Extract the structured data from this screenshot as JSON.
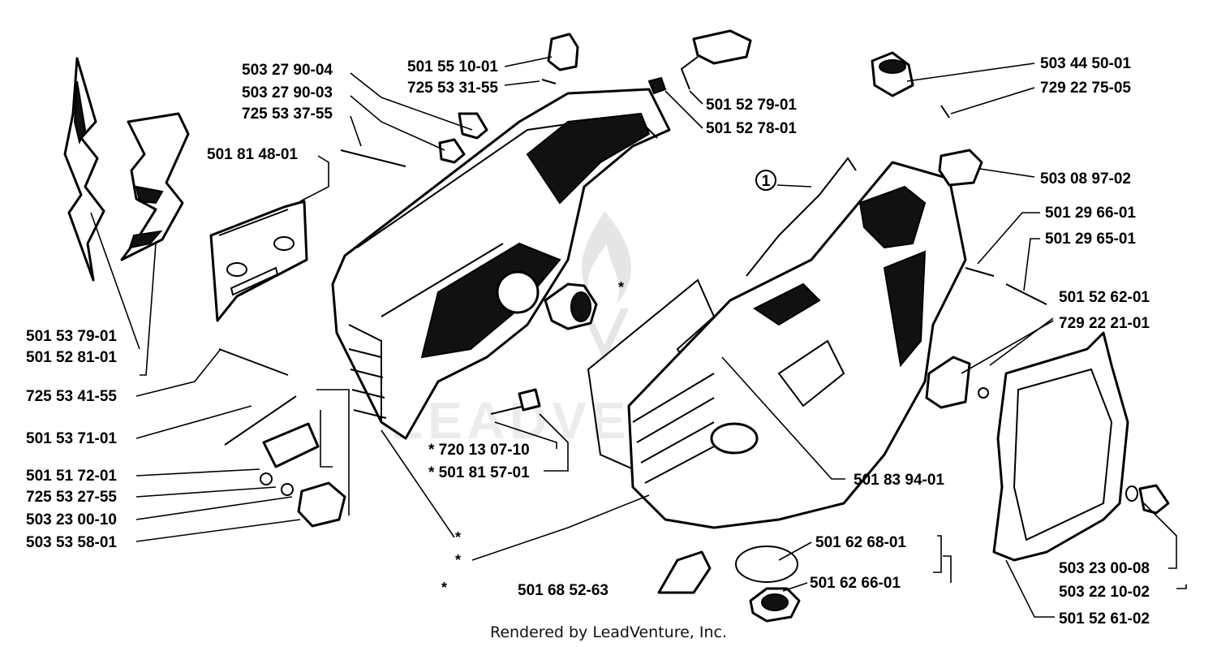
{
  "labels": [
    {
      "id": "l1",
      "text": "503 27 90-04"
    },
    {
      "id": "l2",
      "text": "503 27 90-03"
    },
    {
      "id": "l3",
      "text": "725 53 37-55"
    },
    {
      "id": "l4",
      "text": "501 81 48-01"
    },
    {
      "id": "l5",
      "text": "501 55 10-01"
    },
    {
      "id": "l6",
      "text": "725 53 31-55"
    },
    {
      "id": "l7",
      "text": "501 52 79-01"
    },
    {
      "id": "l8",
      "text": "501 52 78-01"
    },
    {
      "id": "l9",
      "text": "503 44 50-01"
    },
    {
      "id": "l10",
      "text": "729 22 75-05"
    },
    {
      "id": "l11",
      "text": "503 08 97-02"
    },
    {
      "id": "l12",
      "text": "501 29 66-01"
    },
    {
      "id": "l13",
      "text": "501 29 65-01"
    },
    {
      "id": "l14",
      "text": "501 52 62-01"
    },
    {
      "id": "l15",
      "text": "729 22 21-01"
    },
    {
      "id": "l16",
      "text": "501 53 79-01"
    },
    {
      "id": "l17",
      "text": "501 52 81-01"
    },
    {
      "id": "l18",
      "text": "725 53 41-55"
    },
    {
      "id": "l19",
      "text": "501 53 71-01"
    },
    {
      "id": "l20",
      "text": "501 51 72-01"
    },
    {
      "id": "l21",
      "text": "725 53 27-55"
    },
    {
      "id": "l22",
      "text": "503 23 00-10"
    },
    {
      "id": "l23",
      "text": "503 53 58-01"
    },
    {
      "id": "l24",
      "text": "* 720 13 07-10"
    },
    {
      "id": "l25",
      "text": "* 501 81 57-01"
    },
    {
      "id": "l26",
      "text": "501 83 94-01"
    },
    {
      "id": "l27",
      "text": "501 62 68-01"
    },
    {
      "id": "l28",
      "text": "501 62 66-01"
    },
    {
      "id": "l29",
      "text": "501 68 52-63"
    },
    {
      "id": "l30",
      "text": "503 23 00-08"
    },
    {
      "id": "l31",
      "text": "503 22 10-02"
    },
    {
      "id": "l32",
      "text": "501 52 61-02"
    }
  ],
  "markers": {
    "callout_number": "1",
    "asterisk": "*"
  },
  "watermark": {
    "text": "LEADVENTURE"
  },
  "credit": "Rendered by LeadVenture, Inc."
}
